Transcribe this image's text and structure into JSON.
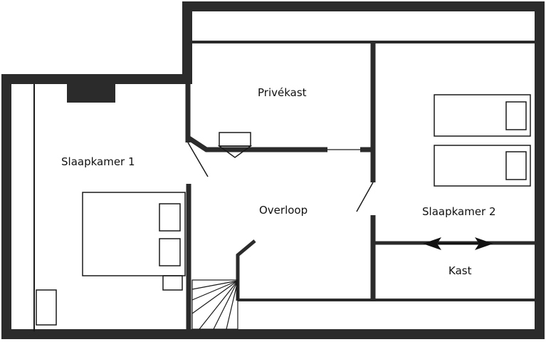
{
  "colors": {
    "wall": "#2b2b2b",
    "line": "#1a1a1a",
    "background": "#ffffff"
  },
  "rooms": {
    "slaapkamer1": "Slaapkamer 1",
    "privekast": "Privékast",
    "overloop": "Overloop",
    "slaapkamer2": "Slaapkamer 2",
    "kast": "Kast"
  }
}
